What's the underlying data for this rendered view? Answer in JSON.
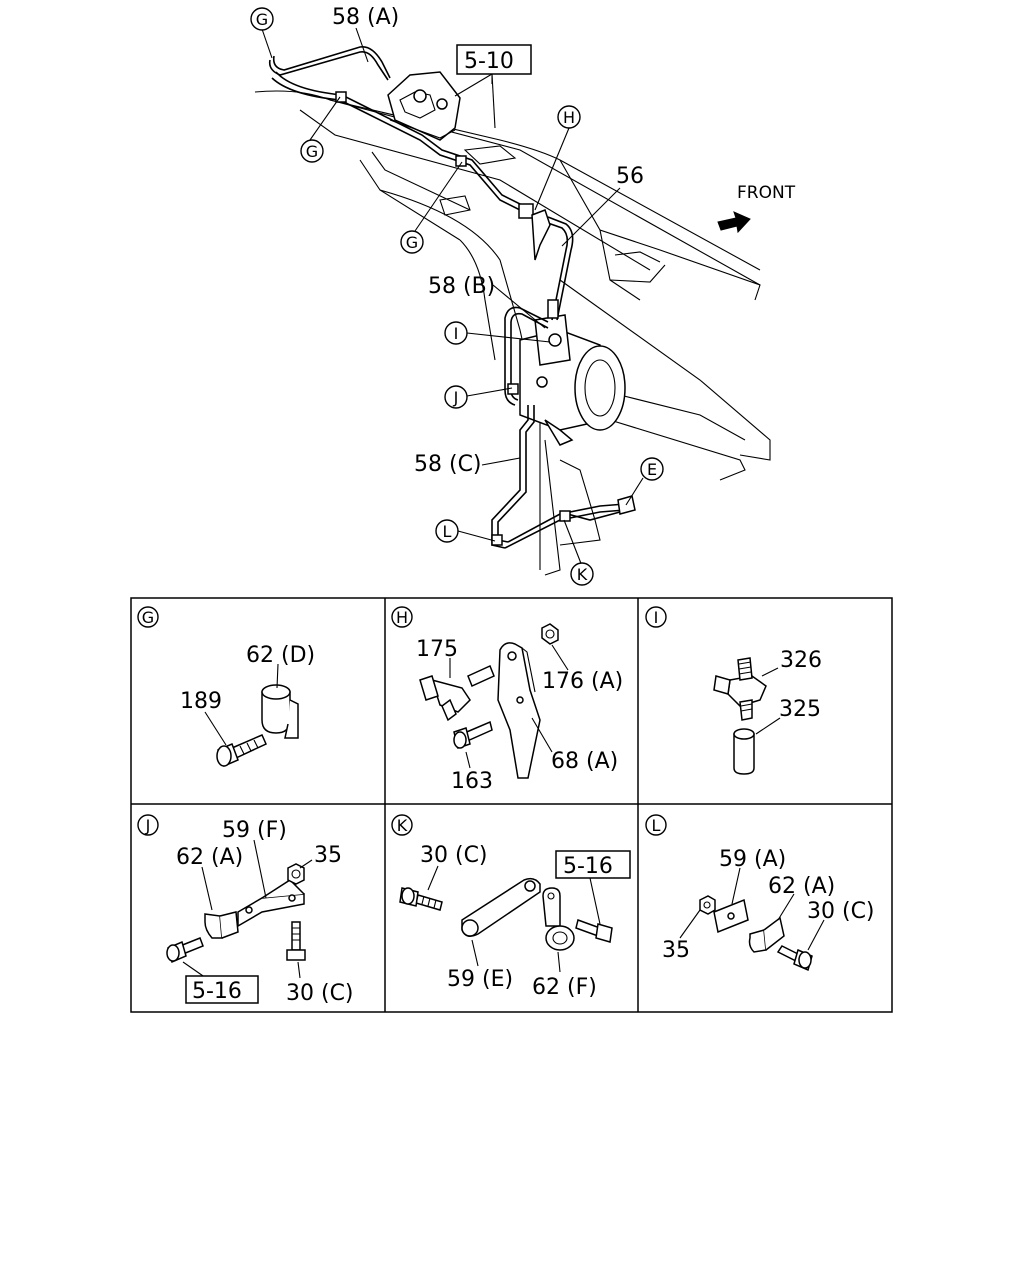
{
  "main": {
    "labels": {
      "pipe_58a": "58 (A)",
      "pipe_58b": "58 (B)",
      "pipe_58c": "58 (C)",
      "pipe_56": "56",
      "ref_5_10": "5-10",
      "front": "FRONT"
    },
    "callouts": {
      "g_top": "G",
      "g_mid": "G",
      "g_low": "G",
      "h": "H",
      "i": "I",
      "j": "J",
      "e": "E",
      "l": "L",
      "k": "K"
    }
  },
  "details": {
    "g": {
      "letter": "G",
      "labels": {
        "clip": "62 (D)",
        "bolt": "189"
      }
    },
    "h": {
      "letter": "H",
      "labels": {
        "fitting": "175",
        "nut": "176 (A)",
        "bracket": "68 (A)",
        "bolt": "163"
      }
    },
    "i": {
      "letter": "I",
      "labels": {
        "tee": "326",
        "sleeve": "325"
      }
    },
    "j": {
      "letter": "J",
      "labels": {
        "plate": "59 (F)",
        "clip": "62 (A)",
        "nut": "35",
        "ref": "5-16",
        "bolt": "30 (C)"
      }
    },
    "k": {
      "letter": "K",
      "labels": {
        "bolt": "30 (C)",
        "ref": "5-16",
        "plate": "59 (E)",
        "clip": "62 (F)"
      }
    },
    "l": {
      "letter": "L",
      "labels": {
        "plate": "59 (A)",
        "clip": "62 (A)",
        "bolt": "30 (C)",
        "nut": "35"
      }
    }
  }
}
